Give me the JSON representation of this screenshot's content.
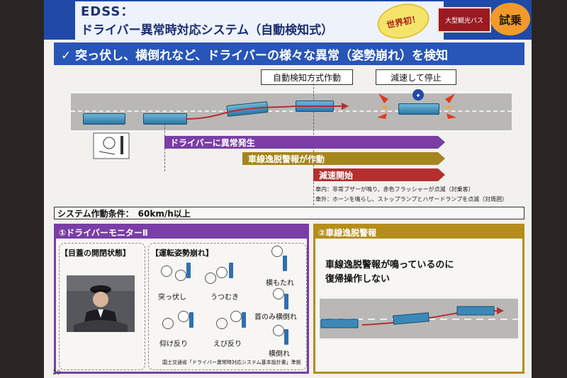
{
  "header": {
    "title_line1": "EDSS：",
    "title_line2": "ドライバー異常時対応システム（自動検知式）",
    "badge_world_first": "世界初！",
    "badge_bus": "大型観光バス",
    "badge_trial": "試乗"
  },
  "headline": "✓ 突っ伏し、横倒れなど、ドライバーの様々な異常（姿勢崩れ）を検知",
  "diagram": {
    "callout_auto": "自動検知方式作動",
    "callout_stop": "減速して停止",
    "arrows": [
      "ドライバーに異常発生",
      "車線逸脱警報が作動",
      "減速開始"
    ],
    "notes": [
      "車内：非常ブザーが鳴り、赤色フラッシャーが点滅（対乗客）",
      "車外：ホーンを鳴らし、ストップランプとハザードランプを点滅（対周囲）"
    ],
    "colors": {
      "purple": "#7a3ea6",
      "gold": "#a5851e",
      "red": "#b3302f"
    }
  },
  "condition": "システム作動条件：　60km/h以上",
  "panel1": {
    "title": "①ドライバーモニターⅡ",
    "eye_title": "【目蓋の開閉状態】",
    "posture_title": "【運転姿勢崩れ】",
    "postures": [
      "突っ伏し",
      "うつむき",
      "横もたれ",
      "首のみ横倒れ",
      "仰け反り",
      "えび反り",
      "横倒れ"
    ],
    "source": "国土交通省「ドライバー異常時対応システム基本設計書」準拠"
  },
  "panel2": {
    "title": "②車線逸脱警報",
    "text_line1": "車線逸脱警報が鳴っているのに",
    "text_line2": "復帰操作しない"
  },
  "page_number": "20"
}
